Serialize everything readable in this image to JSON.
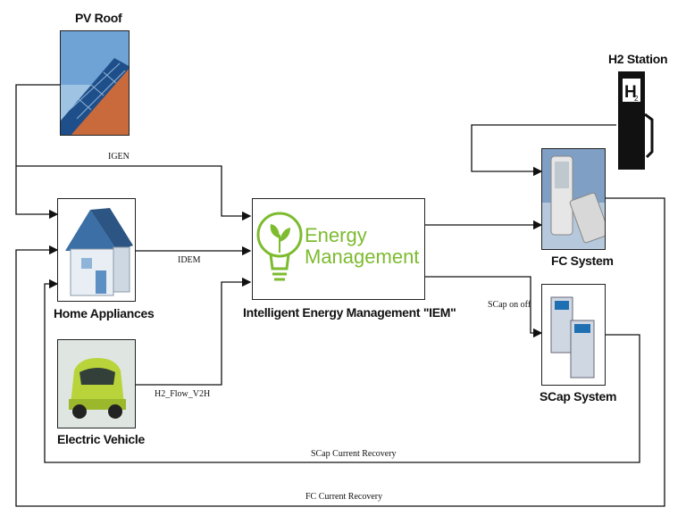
{
  "blocks": {
    "pv_roof": {
      "title": "PV Roof"
    },
    "h2_station": {
      "title": "H2 Station"
    },
    "home": {
      "title": "Home Appliances"
    },
    "ev": {
      "title": "Electric Vehicle"
    },
    "iem": {
      "title": "Intelligent Energy Management \"IEM\"",
      "logo_line1": "Energy",
      "logo_line2": "Management"
    },
    "fc": {
      "title": "FC System"
    },
    "scap": {
      "title": "SCap System"
    }
  },
  "signals": {
    "igen": "IGEN",
    "idem": "IDEM",
    "h2_flow": "H2_Flow_V2H",
    "scap_onoff": "SCap on off",
    "scap_recovery": "SCap Current Recovery",
    "fc_recovery": "FC Current Recovery"
  },
  "colors": {
    "logo_green": "#7dbb2f",
    "wire": "#111111",
    "solar_blue": "#1f4f8a",
    "roof_tile": "#c96a3c"
  }
}
